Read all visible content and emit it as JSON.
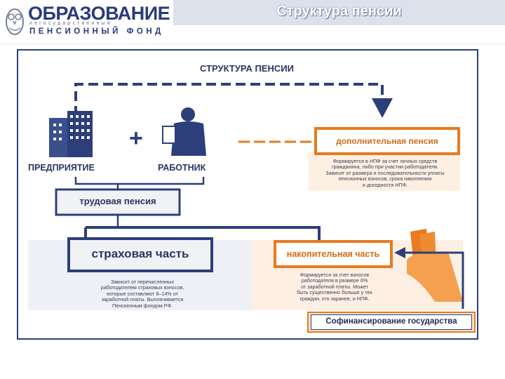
{
  "header": {
    "logo_title": "ОБРАЗОВАНИЕ",
    "logo_subtitle": "негосударственный",
    "logo_fund": "ПЕНСИОННЫЙ ФОНД",
    "slide_title": "Структура пенсии"
  },
  "diagram": {
    "title": "СТРУКТУРА ПЕНСИИ",
    "plus": "+",
    "employer_label": "ПРЕДПРИЯТИЕ",
    "worker_label": "РАБОТНИК",
    "additional_pension": {
      "label": "дополнительная пенсия",
      "note": [
        "Формируется в НПФ за счет личных средств",
        "гражданина, либо при участии работодателя.",
        "Зависит от размера и последовательности уплаты",
        "пенсионных взносов, срока накопления",
        "и доходности НПФ."
      ]
    },
    "labor_pension": {
      "label": "трудовая пенсия"
    },
    "insurance_part": {
      "label": "страховая часть",
      "note": [
        "Зависит от перечисленных",
        "работодателем страховых взносов,",
        "которые составляют 8–14% от",
        "заработной платы. Выплачивается",
        "Пенсионным фондом РФ."
      ]
    },
    "funded_part": {
      "label": "накопительная часть",
      "note": [
        "Формируется за счет взносов",
        "работодателя в размере 6%",
        "от заработной платы. Может",
        "быть существенно больше у тех",
        "граждан, кто заранее, и НПФ."
      ]
    },
    "cofinancing": {
      "label": "Софинансирование государства"
    }
  },
  "colors": {
    "navy": "#2c3f7a",
    "orange": "#e87a1f",
    "orange_text": "#d86a12",
    "box_fill": "#f1f2f6",
    "orange_fill": "#fdf1e6"
  }
}
